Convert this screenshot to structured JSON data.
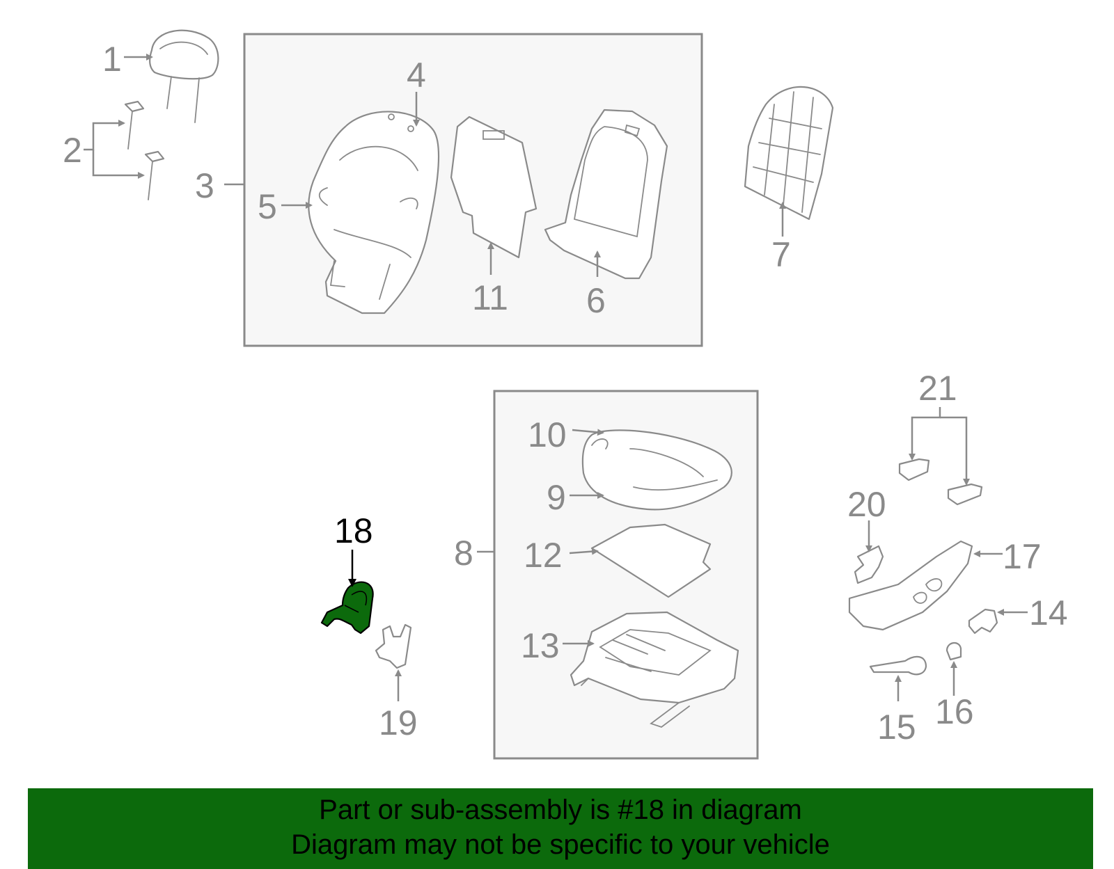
{
  "diagram": {
    "highlight_color": "#0c6a0c",
    "line_color": "#8a8a8a",
    "highlighted_part": "18",
    "callouts": [
      "1",
      "2",
      "3",
      "4",
      "5",
      "6",
      "7",
      "8",
      "9",
      "10",
      "11",
      "12",
      "13",
      "14",
      "15",
      "16",
      "17",
      "18",
      "19",
      "20",
      "21"
    ]
  },
  "banner": {
    "line1": "Part or sub-assembly is #18 in diagram",
    "line2": "Diagram may not be specific to your vehicle",
    "background": "#0c6a0c"
  }
}
